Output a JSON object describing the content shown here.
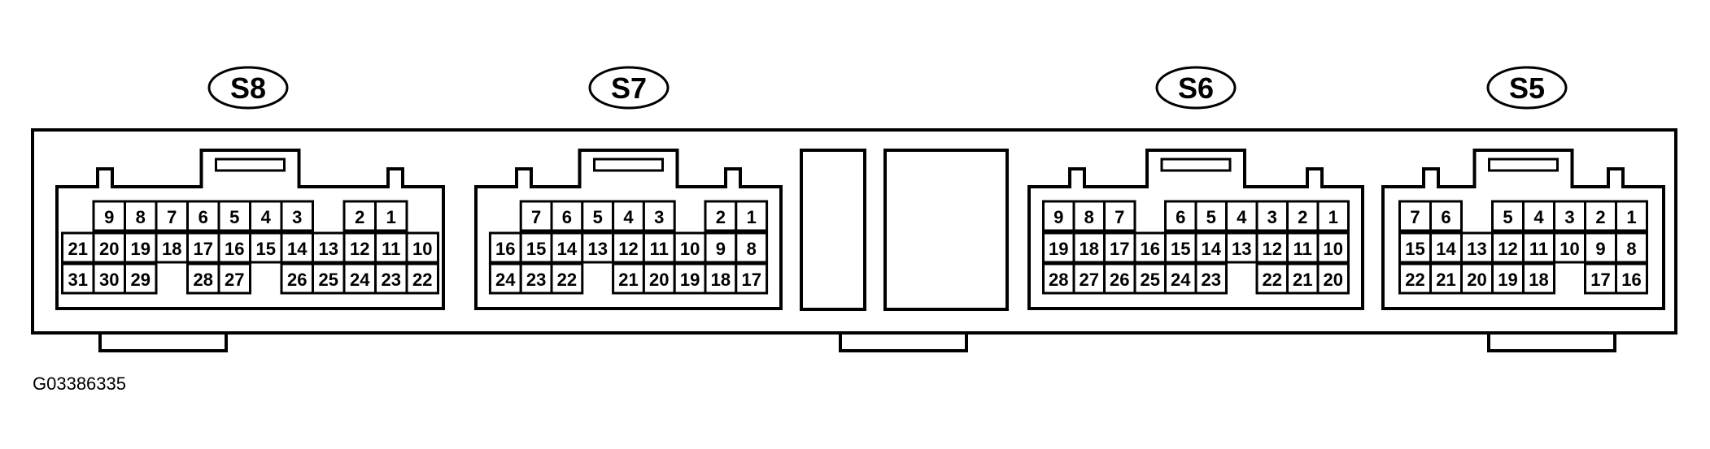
{
  "figure_id": "G03386335",
  "connectors": [
    {
      "label": "S8",
      "rows": [
        [
          "",
          "9",
          "8",
          "7",
          "6",
          "5",
          "4",
          "3",
          "",
          "2",
          "1",
          ""
        ],
        [
          "21",
          "20",
          "19",
          "18",
          "17",
          "16",
          "15",
          "14",
          "13",
          "12",
          "11",
          "10"
        ],
        [
          "31",
          "30",
          "29",
          "",
          "28",
          "27",
          "",
          "26",
          "25",
          "24",
          "23",
          "22"
        ]
      ]
    },
    {
      "label": "S7",
      "rows": [
        [
          "",
          "7",
          "6",
          "5",
          "4",
          "3",
          "",
          "2",
          "1"
        ],
        [
          "16",
          "15",
          "14",
          "13",
          "12",
          "11",
          "10",
          "9",
          "8"
        ],
        [
          "24",
          "23",
          "22",
          "",
          "21",
          "20",
          "19",
          "18",
          "17"
        ]
      ]
    },
    {
      "label": "S6",
      "rows": [
        [
          "9",
          "8",
          "7",
          "",
          "6",
          "5",
          "4",
          "3",
          "2",
          "1"
        ],
        [
          "19",
          "18",
          "17",
          "16",
          "15",
          "14",
          "13",
          "12",
          "11",
          "10"
        ],
        [
          "28",
          "27",
          "26",
          "25",
          "24",
          "23",
          "",
          "22",
          "21",
          "20"
        ]
      ]
    },
    {
      "label": "S5",
      "rows": [
        [
          "7",
          "6",
          "",
          "5",
          "4",
          "3",
          "2",
          "1"
        ],
        [
          "15",
          "14",
          "13",
          "12",
          "11",
          "10",
          "9",
          "8"
        ],
        [
          "22",
          "21",
          "20",
          "19",
          "18",
          "",
          "17",
          "16"
        ]
      ]
    }
  ]
}
